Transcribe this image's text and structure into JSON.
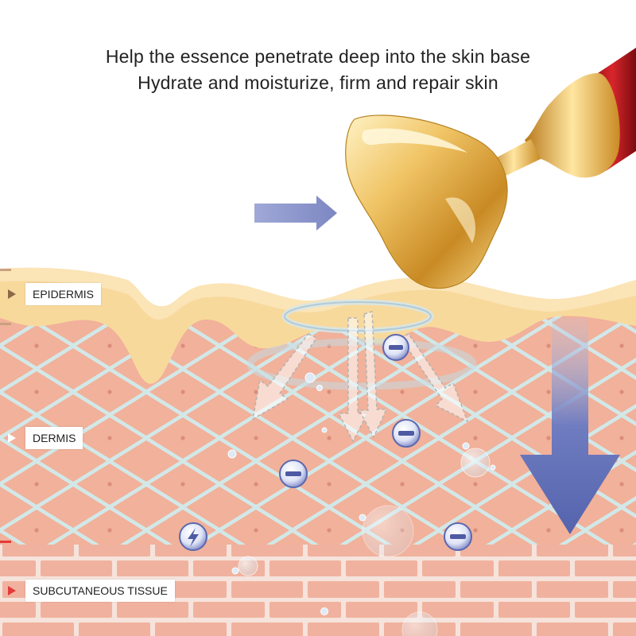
{
  "headline": {
    "line1": "Help the essence penetrate deep into the skin base",
    "line2": "Hydrate and moisturize, firm and repair skin"
  },
  "layers": {
    "epidermis": "EPIDERMIS",
    "dermis": "DERMIS",
    "subcutaneous": "SUBCUTANEOUS TISSUE"
  },
  "colors": {
    "epidermis": "#f8dba0",
    "dermis": "#f2b9a2",
    "cell": "#eba58c",
    "membrane": "#bfe2e3",
    "arrow": "#5b68b0",
    "roller_gold": "#e6b24a",
    "handle_red": "#c41c22"
  },
  "icons": [
    "arrow-right-icon",
    "arrow-down-icon",
    "minus-ion-icon",
    "lightning-ion-icon",
    "roller-tool-icon"
  ]
}
